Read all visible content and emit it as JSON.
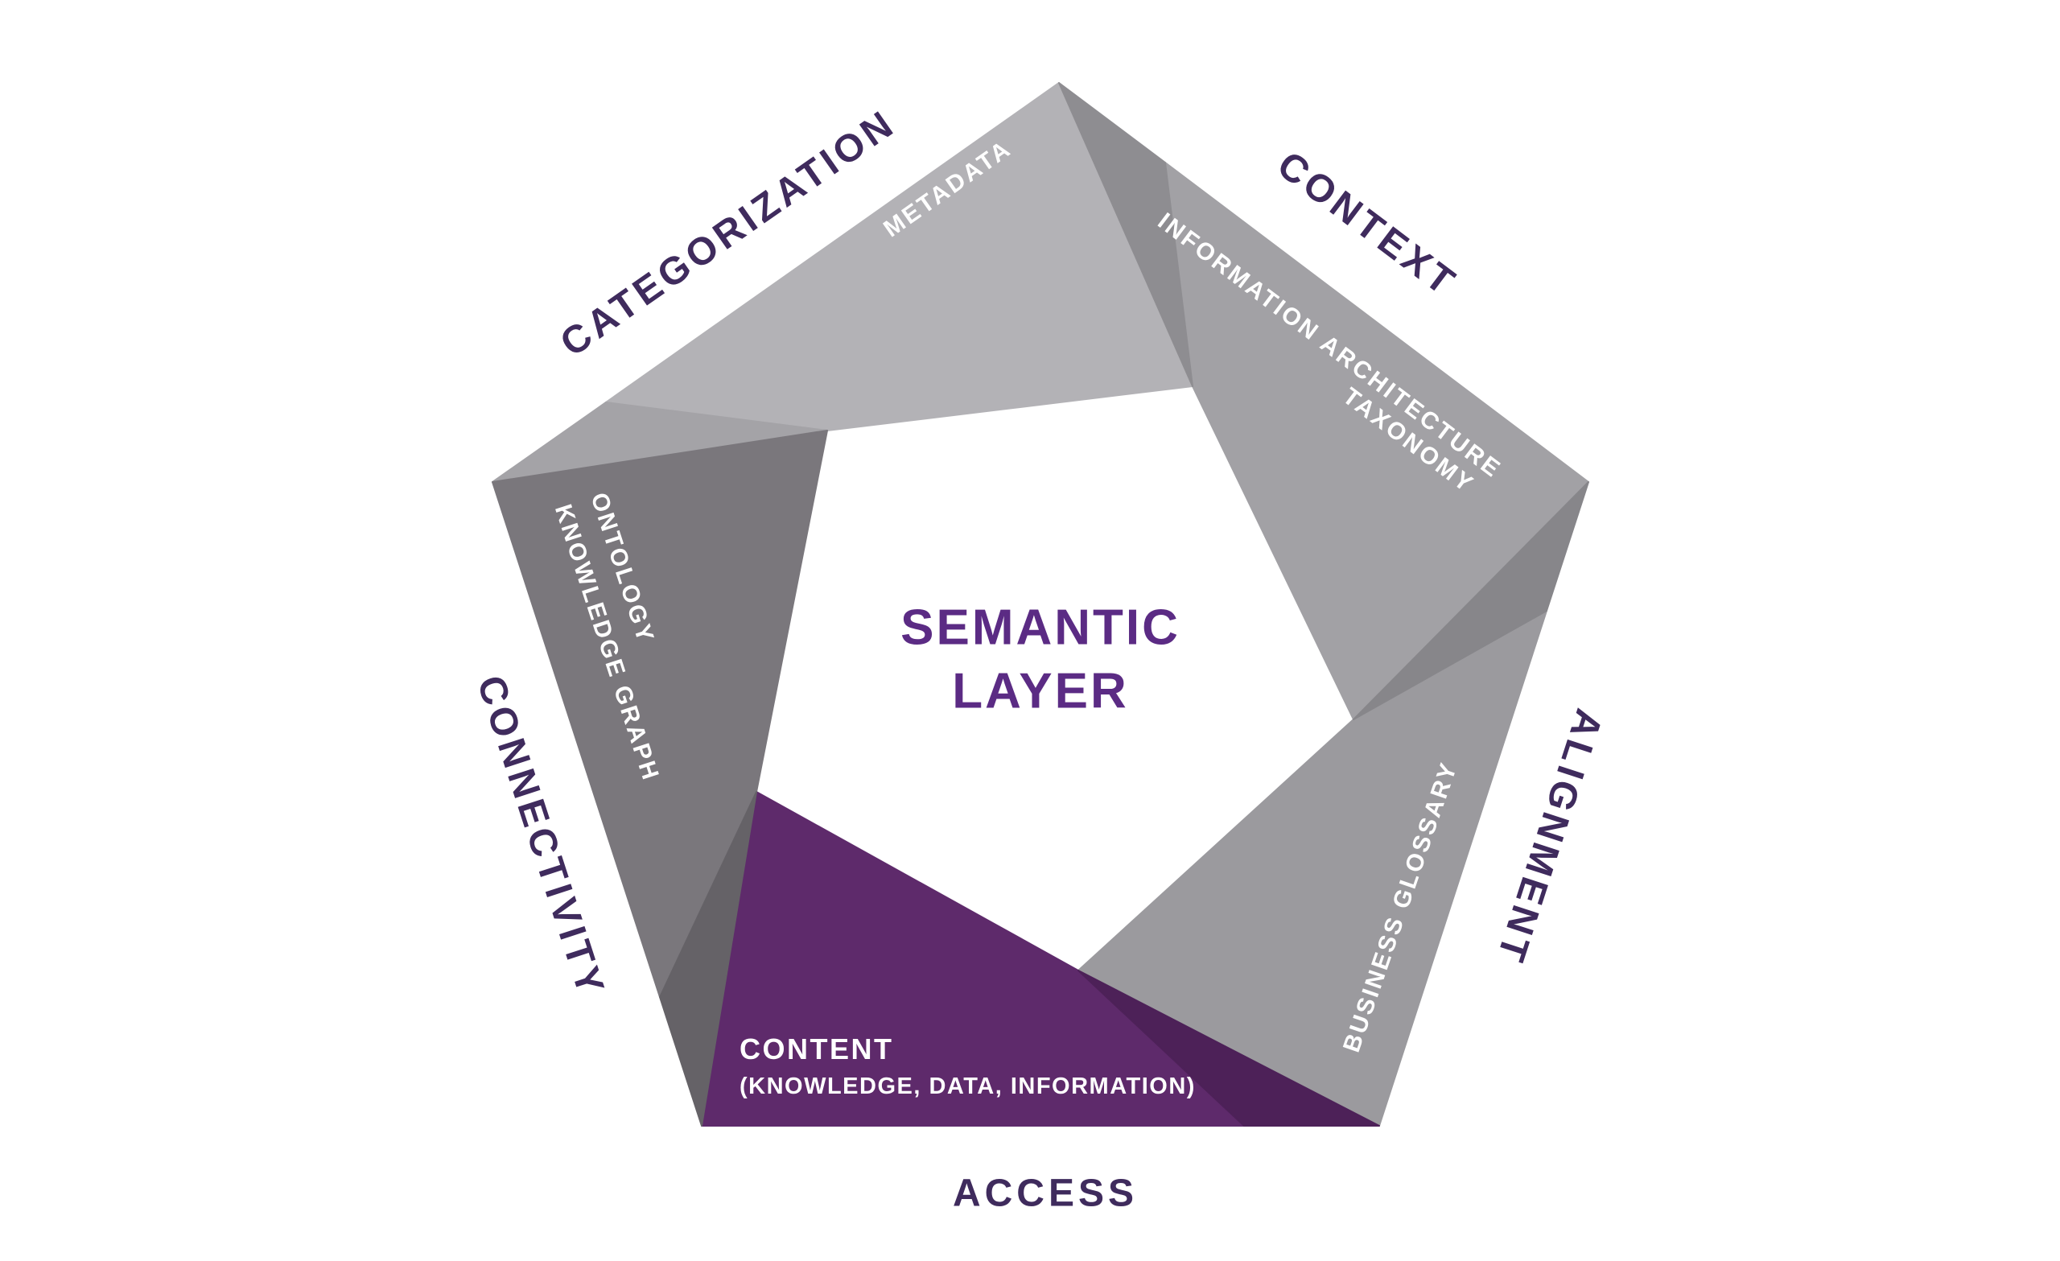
{
  "center": {
    "line1": "SEMANTIC",
    "line2": "LAYER"
  },
  "segments": [
    {
      "outer_label": "CATEGORIZATION",
      "inner_label": "METADATA"
    },
    {
      "outer_label": "CONTEXT",
      "inner_label_line1": "INFORMATION ARCHITECTURE",
      "inner_label_line2": "TAXONOMY"
    },
    {
      "outer_label": "ALIGNMENT",
      "inner_label": "BUSINESS GLOSSARY"
    },
    {
      "outer_label": "ACCESS",
      "inner_label_line1": "CONTENT",
      "inner_label_line2": "(KNOWLEDGE, DATA, INFORMATION)"
    },
    {
      "outer_label": "CONNECTIVITY",
      "inner_label_line1": "ONTOLOGY",
      "inner_label_line2": "KNOWLEDGE GRAPH"
    }
  ],
  "colors": {
    "background": "#ffffff",
    "center_text": "#5b2b84",
    "outer_label_text": "#3f2b5d",
    "inner_label_text": "#ffffff",
    "metadata_band": "#b3b2b6",
    "metadata_fold": "#a4a3a7",
    "context_band": "#a2a1a5",
    "context_fold": "#8e8d91",
    "glossary_band": "#9b9a9e",
    "glossary_fold": "#87868a",
    "content_band": "#5e2a6b",
    "content_fold": "#4d2158",
    "ontology_band": "#7a777c",
    "ontology_fold": "#656267"
  }
}
